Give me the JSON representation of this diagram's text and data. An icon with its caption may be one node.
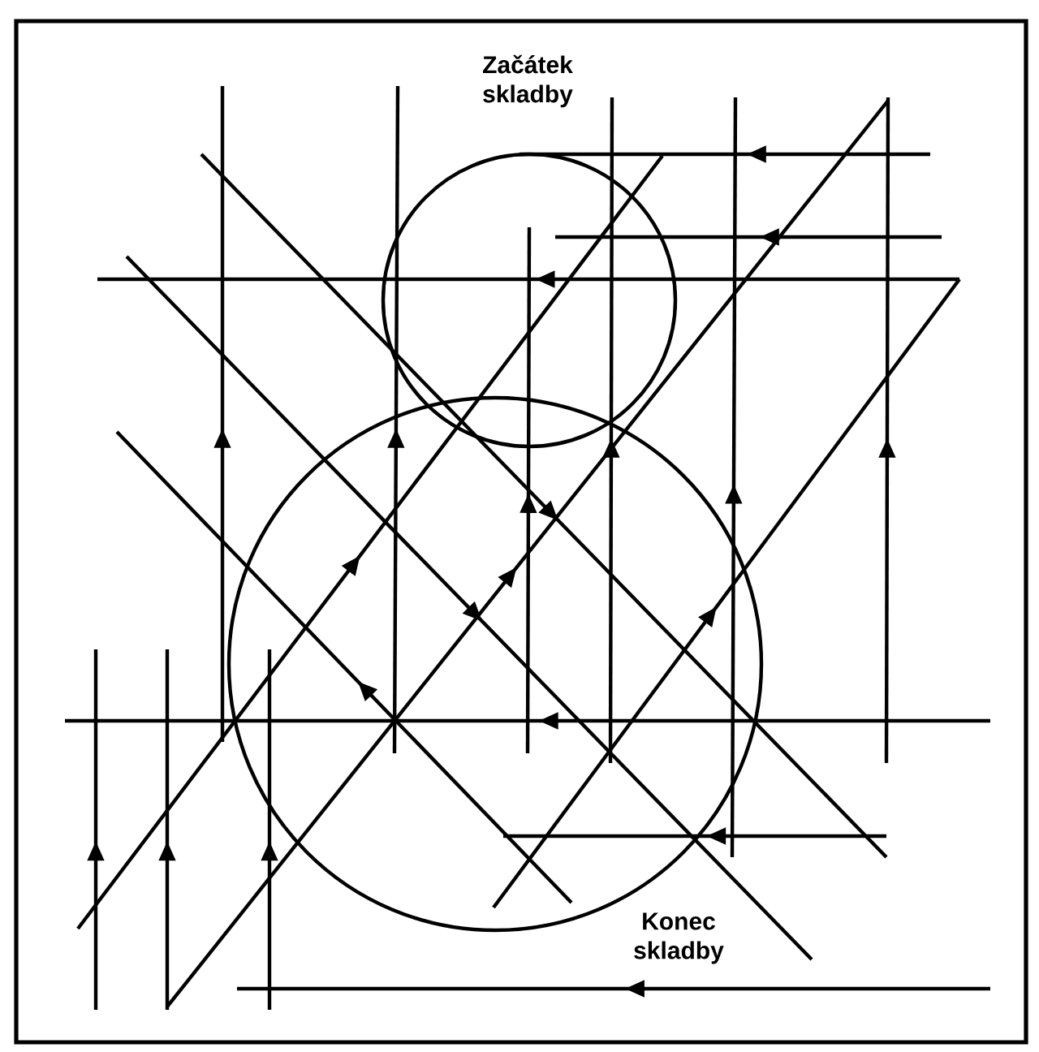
{
  "diagram": {
    "nodes": [
      {
        "text": [],
        "shape": "circle",
        "beside": [
          "Začátek skladby"
        ]
      },
      {
        "text": [],
        "shape": "circle",
        "beside": [
          "Konec skladby"
        ]
      }
    ],
    "edges": []
  }
}
